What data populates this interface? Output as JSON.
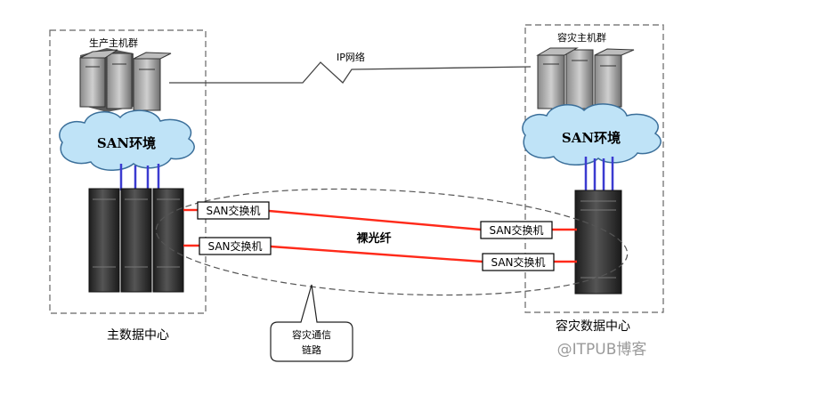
{
  "labels": {
    "primary_hosts": "生产主机群",
    "dr_hosts": "容灾主机群",
    "ip_network": "IP网络",
    "san_env_primary": "SAN环境",
    "san_env_dr": "SAN环境",
    "switch_p1": "SAN交换机",
    "switch_p2": "SAN交换机",
    "switch_d1": "SAN交换机",
    "switch_d2": "SAN交换机",
    "fiber": "裸光纤",
    "dr_link": "容灾通信\n链路",
    "primary_dc": "主数据中心",
    "dr_dc": "容灾数据中心",
    "watermark": "@ITPUB博客"
  },
  "colors": {
    "fiber": "#ff2a1a",
    "san_link": "#3b3bd0",
    "cloud_fill": "#bfe3f7",
    "cloud_stroke": "#3b6f9a",
    "server_dark": "#2c2c2c",
    "watermark": "#9a9a9a"
  }
}
